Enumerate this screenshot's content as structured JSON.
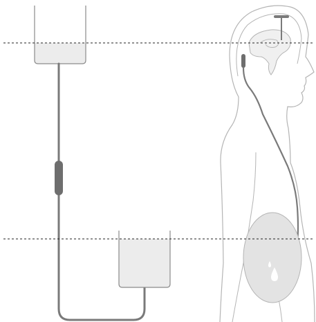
{
  "colors": {
    "background": "#ffffff",
    "container_fill": "#ececec",
    "container_stroke": "#8a8a8a",
    "tube": "#7a7a7a",
    "valve": "#6e6e6e",
    "body_outline": "#b4b4b4",
    "brain_fill": "#f0f0f0",
    "abdomen_fill": "#e3e3e3",
    "reference_line": "#222222",
    "droplet": "#ffffff"
  },
  "icons": {
    "upper_container": "reservoir-bag-icon",
    "lower_container": "reservoir-bag-icon",
    "valve": "valve-icon",
    "droplet": "droplet-icon"
  },
  "reference_lines": [
    {
      "name": "upper-level",
      "style": "dashed"
    },
    {
      "name": "lower-level",
      "style": "dashed"
    }
  ]
}
